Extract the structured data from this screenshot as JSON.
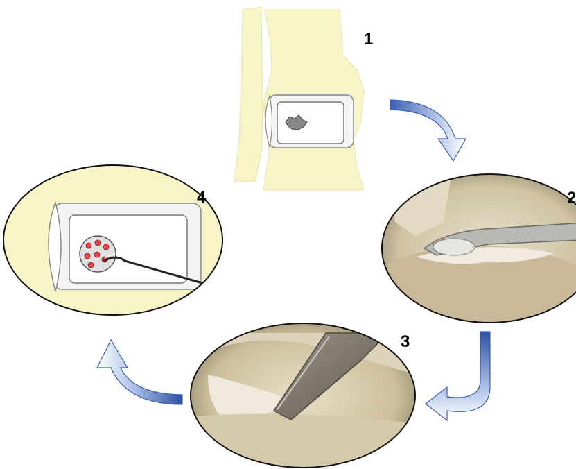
{
  "steps": [
    {
      "number": "1"
    },
    {
      "number": "2"
    },
    {
      "number": "3"
    },
    {
      "number": "4"
    }
  ],
  "colors": {
    "bone": "#f7f5c8",
    "arrow_light": "#ffffff",
    "arrow_dark": "#1f3f8f",
    "microfracture_dot": "#e8464a",
    "scope_tissue": "#d8cdb0"
  },
  "icons": {
    "cycle_arrow": "curved-arrow-icon",
    "defect": "cartilage-defect-icon",
    "awl": "microfracture-awl-icon"
  }
}
